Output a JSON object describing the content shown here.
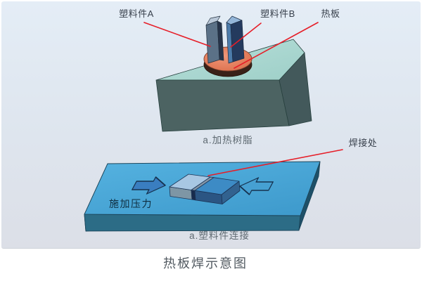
{
  "figure": {
    "caption": "热板焊示意图"
  },
  "panel_a": {
    "caption": "a.加热树脂",
    "label_plastic_a": "塑料件A",
    "label_plastic_b": "塑料件B",
    "label_hot_plate": "热板"
  },
  "panel_b": {
    "caption": "a.塑料件连接",
    "label_weld_joint": "焊接处",
    "label_apply_pressure": "施加压力"
  },
  "colors": {
    "leader_line_red": "#e61e28",
    "hot_plate_top": "#e5805f",
    "hot_plate_rim": "#3a2118",
    "plastic_a_face": "#5b7187",
    "plastic_b_face": "#243a5e",
    "fixture_top": "#aed9d3",
    "fixture_front": "#4c6362",
    "base_plate_top": "#47a6d6",
    "welded_left_top": "#a8c7e3",
    "welded_right_top": "#3d8bc5",
    "weld_seam": "#182b4d",
    "arrow_blue": "#3a7ec0"
  }
}
